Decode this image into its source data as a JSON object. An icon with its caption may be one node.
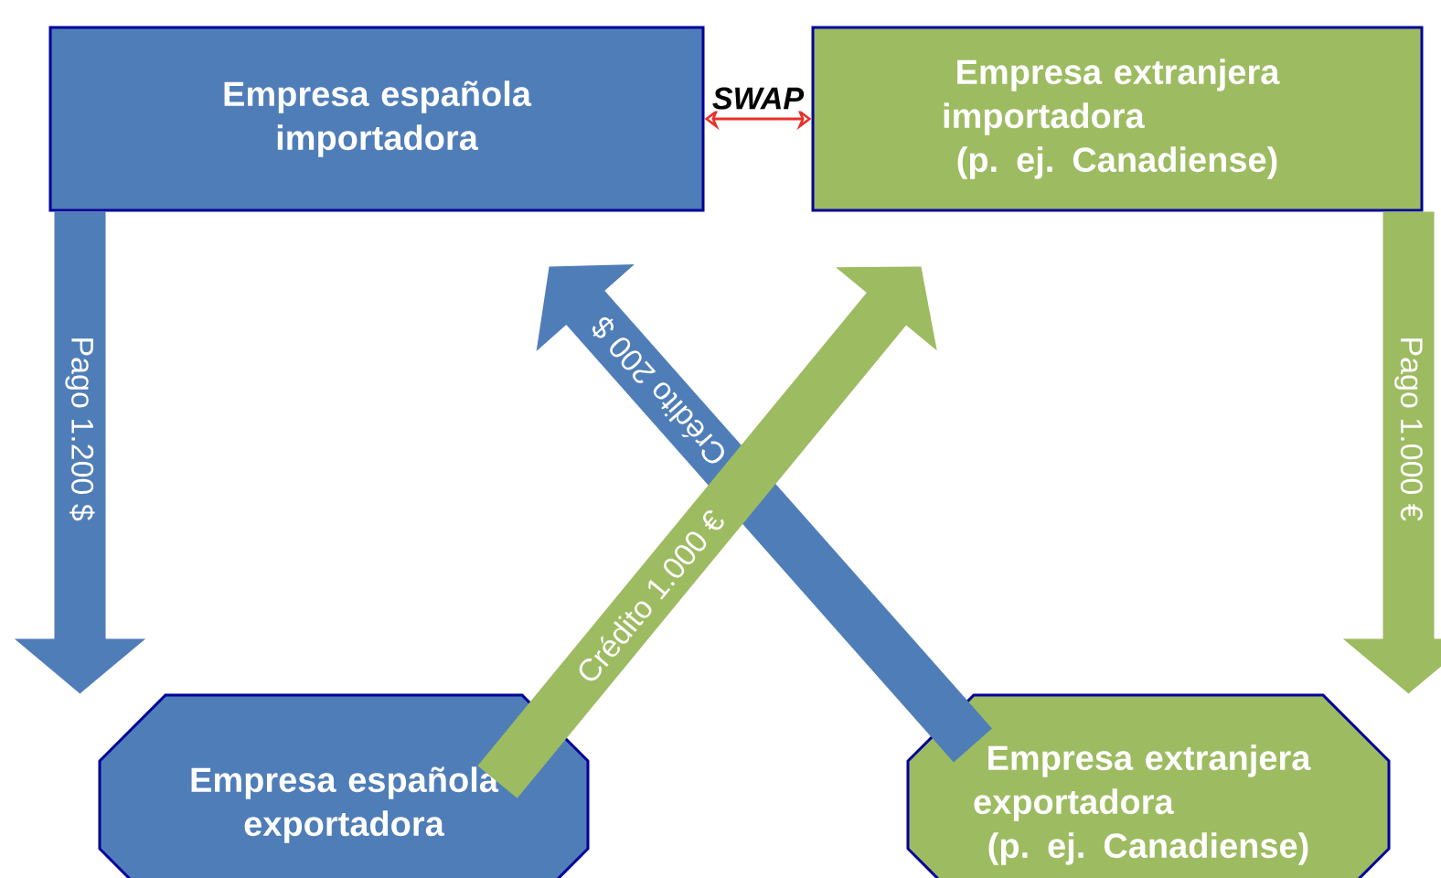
{
  "diagram": {
    "nodes": [
      {
        "text": [
          "Empresa española importadora"
        ]
      },
      {
        "text": [
          "Empresa extranjera importadora (p. ej. Canadiense)"
        ]
      },
      {
        "text": [
          "Empresa española exportadora"
        ]
      },
      {
        "text": [
          "Empresa extranjera exportadora (p. ej. Canadiense)"
        ]
      }
    ],
    "edges": [
      {
        "from": 0,
        "to": 1,
        "arrow": "both",
        "label": "SWAP",
        "color": "#e8312a"
      },
      {
        "from": 0,
        "to": 2,
        "arrow": "to",
        "label": "Pago 1.200 $",
        "color": "#4f7db8"
      },
      {
        "from": 1,
        "to": 3,
        "arrow": "to",
        "label": "Pago 1.000 €",
        "color": "#9dbb61"
      },
      {
        "from": 3,
        "to": 0,
        "arrow": "to",
        "label": "Crédito 200 $",
        "color": "#4f7db8"
      },
      {
        "from": 2,
        "to": 1,
        "arrow": "to",
        "label": "Crédito 1.000 €",
        "color": "#9dbb61"
      }
    ]
  }
}
